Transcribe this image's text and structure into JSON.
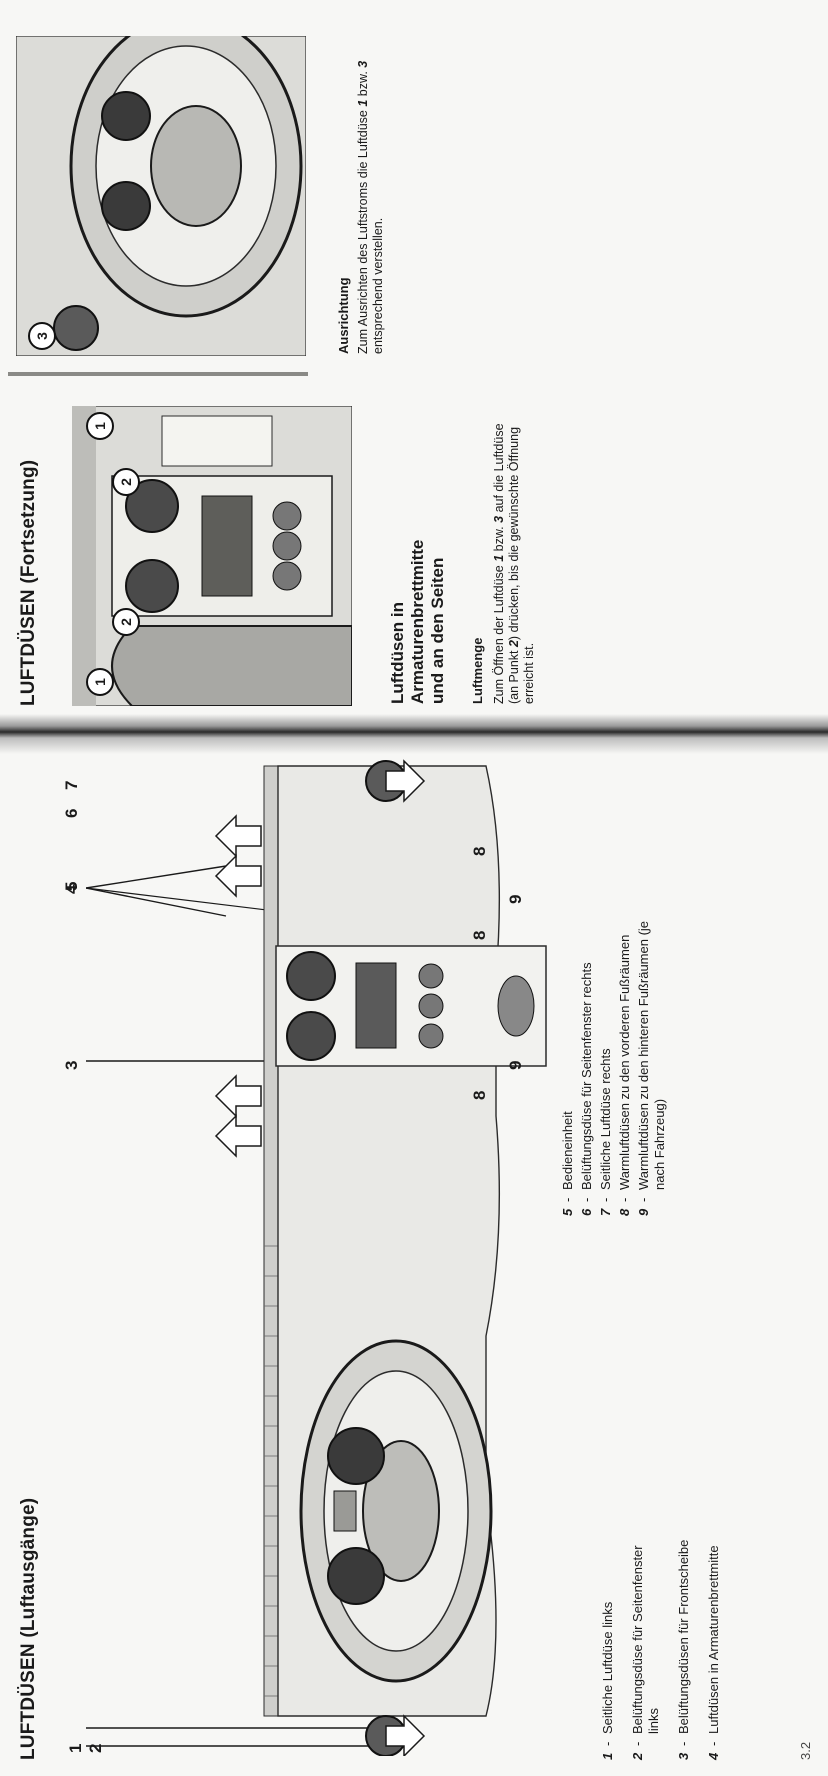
{
  "left_page": {
    "title": "LUFTDÜSEN (Luftausgänge)",
    "page_number": "3.2",
    "callouts": [
      "1",
      "2",
      "3",
      "4",
      "5",
      "6",
      "7",
      "8",
      "8",
      "8",
      "9",
      "9"
    ],
    "legend_left": [
      {
        "num": "1",
        "text": "Seitliche Luftdüse links"
      },
      {
        "num": "2",
        "text": "Belüftungsdüse für Seitenfenster links"
      },
      {
        "num": "3",
        "text": "Belüftungsdüsen für Frontscheibe"
      },
      {
        "num": "4",
        "text": "Luftdüsen in Armaturenbrettmitte"
      }
    ],
    "legend_right": [
      {
        "num": "5",
        "text": "Bedieneinheit"
      },
      {
        "num": "6",
        "text": "Belüftungsdüse für Seitenfenster rechts"
      },
      {
        "num": "7",
        "text": "Seitliche Luftdüse rechts"
      },
      {
        "num": "8",
        "text": "Warmluftdüsen zu den vorderen Fußräumen"
      },
      {
        "num": "9",
        "text": "Warmluftdüsen zu den hinteren Fußräumen (je nach Fahrzeug)"
      }
    ]
  },
  "right_page": {
    "title": "LUFTDÜSEN (Fortsetzung)",
    "subheading_line1": "Luftdüsen in",
    "subheading_line2": "Armaturenbrettmitte",
    "subheading_line3": "und an den Seiten",
    "luftmenge": {
      "heading": "Luftmenge",
      "text_a": "Zum Öffnen der Luftdüse ",
      "num_1": "1",
      "text_b": " bzw. ",
      "num_3": "3",
      "text_c": " auf die Luftdüse (an Punkt ",
      "num_2": "2",
      "text_d": ") drücken, bis die gewünschte Öffnung erreicht ist."
    },
    "ausrichtung": {
      "heading": "Ausrichtung",
      "text_a": "Zum Ausrichten des Luftstroms die Luftdüse ",
      "num_1": "1",
      "text_b": " bzw. ",
      "num_3": "3",
      "text_c": " entsprechend verstellen."
    },
    "figure_badges": [
      "1",
      "2",
      "2",
      "1",
      "3"
    ]
  },
  "colors": {
    "ink": "#1a1a1a",
    "dashboard_fill": "#e9e9e6",
    "dashboard_stroke": "#2b2b2b",
    "photo_shadow": "#555555"
  }
}
